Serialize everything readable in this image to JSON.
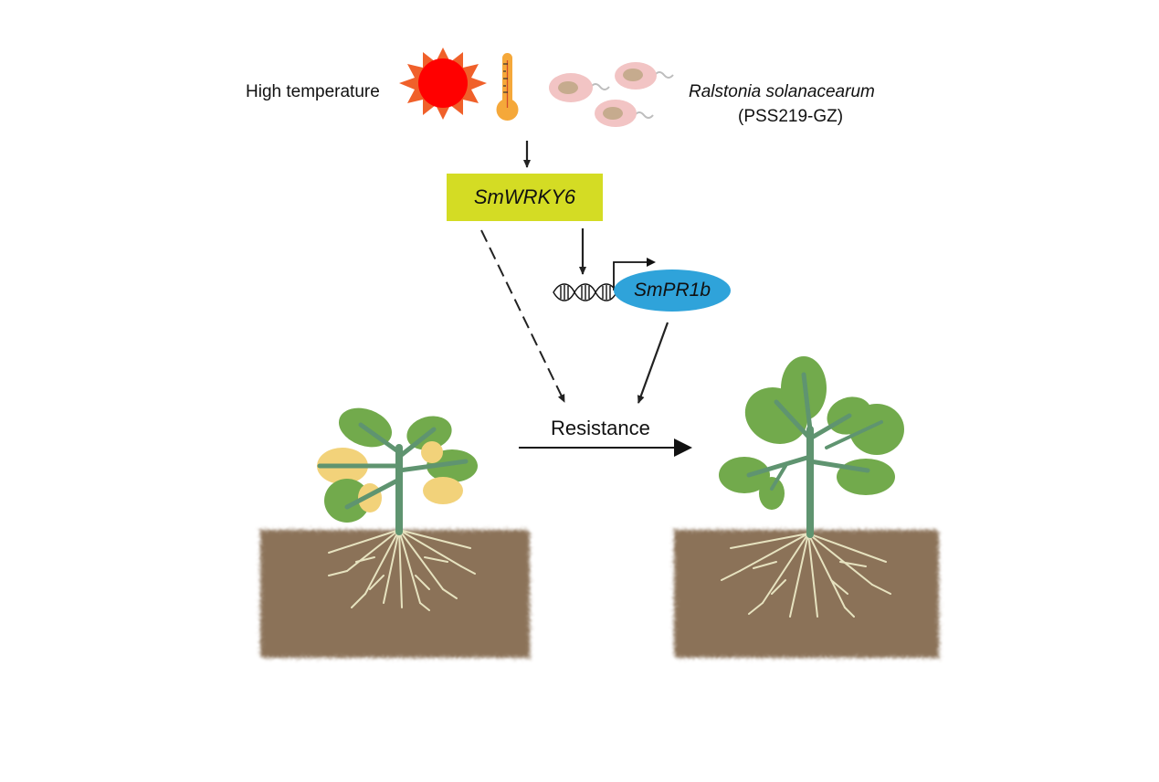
{
  "stressors": {
    "heat_label": "High temperature",
    "pathogen_name": "Ralstonia solanacearum",
    "pathogen_strain": "(PSS219-GZ)"
  },
  "genes": {
    "transcription_factor": "SmWRKY6",
    "target_gene": "SmPR1b"
  },
  "outcome": {
    "label": "Resistance"
  },
  "colors": {
    "sun_core": "#ff0000",
    "sun_rays": "#f0602a",
    "thermometer": "#f5a83a",
    "bacteria_body": "#f2c4c4",
    "bacteria_nucleus": "#c6ab8e",
    "wrky_box": "#d4dc24",
    "pr1b_ellipse": "#2fa3da",
    "soil": "#8b7258",
    "leaf_green": "#72aa4c",
    "leaf_yellow": "#f2d27a",
    "stem": "#5f9470",
    "roots": "#e6e2bf"
  }
}
